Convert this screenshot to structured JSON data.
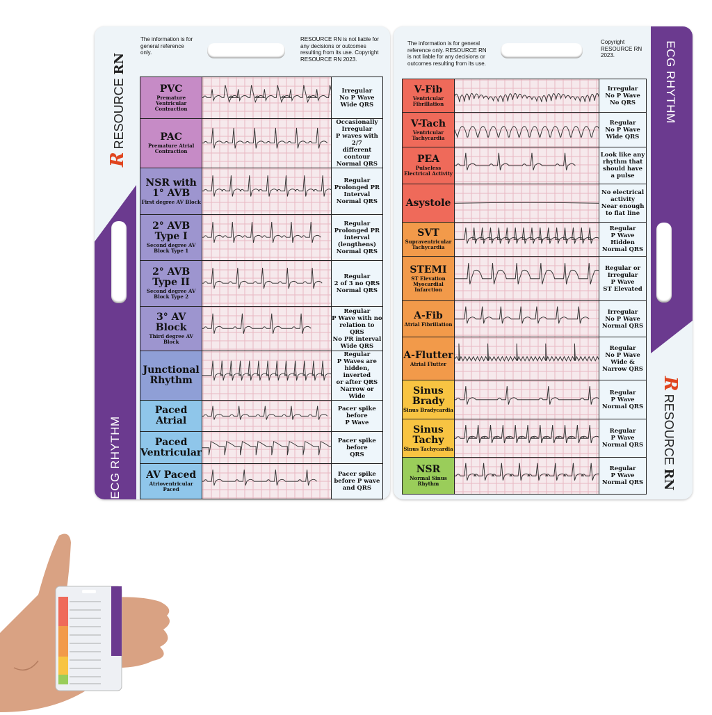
{
  "left_card": {
    "disclaimer_left": "The information is for general reference only.",
    "disclaimer_right": "RESOURCE RN is not liable for any decisions or outcomes resulting from its use. Copyright RESOURCE RN 2023.",
    "brand_name": "RESOURCE",
    "brand_suffix": "RN",
    "brand_logo": "R",
    "band_label": "ECG RHYTHM",
    "rows": [
      {
        "title": "PVC",
        "subtitle": "Premature Ventricular Contraction",
        "desc": [
          "Irregular",
          "No P Wave",
          "Wide QRS"
        ],
        "color": "#c68bc6",
        "strip": "pvc"
      },
      {
        "title": "PAC",
        "subtitle": "Premature Atrial Contraction",
        "desc": [
          "Occasionally",
          "Irregular",
          "P waves with 2/7",
          "different contour",
          "Normal QRS"
        ],
        "color": "#c68bc6",
        "strip": "pac"
      },
      {
        "title": "NSR with 1° AVB",
        "subtitle": "First degree AV Block",
        "desc": [
          "Regular",
          "Prolonged PR",
          "Interval",
          "Normal QRS"
        ],
        "color": "#9d95cf",
        "strip": "avb1"
      },
      {
        "title": "2° AVB Type I",
        "subtitle": "Second degree AV Block Type 1",
        "desc": [
          "Regular",
          "Prolonged PR",
          "interval",
          "(lengthens)",
          "Normal QRS"
        ],
        "color": "#9d95cf",
        "strip": "avb2a"
      },
      {
        "title": "2° AVB Type II",
        "subtitle": "Second degree AV Block Type 2",
        "desc": [
          "Regular",
          "2 of 3 no QRS",
          "Normal QRS"
        ],
        "color": "#9d95cf",
        "strip": "avb2b"
      },
      {
        "title": "3° AV Block",
        "subtitle": "Third degree AV Block",
        "desc": [
          "Regular",
          "P Wave with no",
          "relation to QRS",
          "No PR interval",
          "Wide QRS"
        ],
        "color": "#9d95cf",
        "strip": "avb3"
      },
      {
        "title": "Junctional Rhythm",
        "subtitle": "",
        "desc": [
          "Regular",
          "P Waves are",
          "hidden, inverted",
          "or after QRS",
          "Narrow or Wide"
        ],
        "color": "#8f9fd6",
        "strip": "junctional"
      },
      {
        "title": "Paced Atrial",
        "subtitle": "",
        "desc": [
          "Pacer spike",
          "before",
          "P Wave"
        ],
        "color": "#8fc6ea",
        "strip": "paced_a"
      },
      {
        "title": "Paced Ventricular",
        "subtitle": "",
        "desc": [
          "Pacer spike",
          "before",
          "QRS"
        ],
        "color": "#8fc6ea",
        "strip": "paced_v"
      },
      {
        "title": "AV Paced",
        "subtitle": "Atrioventricular Paced",
        "desc": [
          "Pacer spike",
          "before P wave",
          "and QRS"
        ],
        "color": "#8fc6ea",
        "strip": "paced_av"
      }
    ]
  },
  "right_card": {
    "disclaimer_left": "The information is for general reference only. RESOURCE RN is not liable for any decisions or outcomes resulting from its use.",
    "disclaimer_right": "Copyright RESOURCE RN 2023.",
    "brand_name": "RESOURCE",
    "brand_suffix": "RN",
    "brand_logo": "R",
    "band_label": "ECG RHYTHM",
    "rows": [
      {
        "title": "V-Fib",
        "subtitle": "Ventricular Fibrillation",
        "desc": [
          "Irregular",
          "No P Wave",
          "No QRS"
        ],
        "color": "#ef6a5a",
        "strip": "vfib"
      },
      {
        "title": "V-Tach",
        "subtitle": "Ventricular Tachycardia",
        "desc": [
          "Regular",
          "No P Wave",
          "Wide QRS"
        ],
        "color": "#ef6a5a",
        "strip": "vtach"
      },
      {
        "title": "PEA",
        "subtitle": "Pulseless Electrical Activity",
        "desc": [
          "Look like any",
          "rhythm that",
          "should have",
          "a pulse"
        ],
        "color": "#ef6a5a",
        "strip": "pea"
      },
      {
        "title": "Asystole",
        "subtitle": "",
        "desc": [
          "No electrical",
          "activity",
          "Near enough",
          "to flat line"
        ],
        "color": "#ef6a5a",
        "strip": "asystole"
      },
      {
        "title": "SVT",
        "subtitle": "Supraventricular Tachycardia",
        "desc": [
          "Regular",
          "P Wave",
          "Hidden",
          "Normal QRS"
        ],
        "color": "#f29a4a",
        "strip": "svt"
      },
      {
        "title": "STEMI",
        "subtitle": "ST Elevation Myocardial Infarction",
        "desc": [
          "Regular or",
          "Irregular",
          "P Wave",
          "ST Elevated"
        ],
        "color": "#f29a4a",
        "strip": "stemi"
      },
      {
        "title": "A-Fib",
        "subtitle": "Atrial Fibrillation",
        "desc": [
          "Irregular",
          "No P Wave",
          "Normal QRS"
        ],
        "color": "#f29a4a",
        "strip": "afib"
      },
      {
        "title": "A-Flutter",
        "subtitle": "Atrial Flutter",
        "desc": [
          "Regular",
          "No P Wave",
          "Wide &",
          "Narrow QRS"
        ],
        "color": "#f29a4a",
        "strip": "aflutter"
      },
      {
        "title": "Sinus Brady",
        "subtitle": "Sinus Bradycardia",
        "desc": [
          "Regular",
          "P Wave",
          "Normal QRS"
        ],
        "color": "#f8c442",
        "strip": "brady"
      },
      {
        "title": "Sinus Tachy",
        "subtitle": "Sinus Tachycardia",
        "desc": [
          "Regular",
          "P Wave",
          "Normal QRS"
        ],
        "color": "#f8c442",
        "strip": "tachy"
      },
      {
        "title": "NSR",
        "subtitle": "Normal Sinus Rhythm",
        "desc": [
          "Regular",
          "P Wave",
          "Normal QRS"
        ],
        "color": "#9acd5a",
        "strip": "nsr"
      }
    ]
  },
  "hand_photo": {
    "description": "Hand holding ECG rhythm badge card"
  }
}
